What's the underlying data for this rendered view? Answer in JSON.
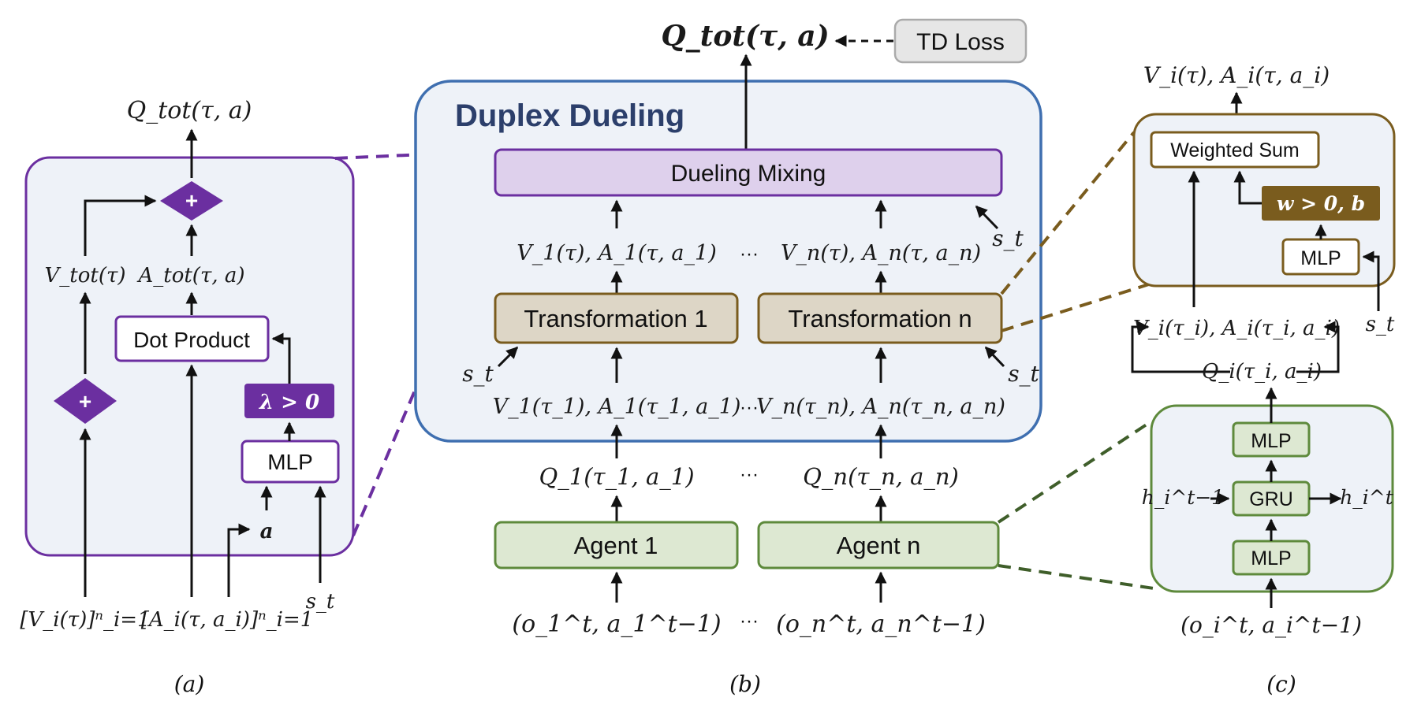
{
  "panel_a": {
    "output": "Q_tot(τ, a)",
    "v_tot": "V_tot(τ)",
    "a_tot": "A_tot(τ, a)",
    "dot_product": "Dot Product",
    "lambda": "λ > 0",
    "mlp": "MLP",
    "a_input": "a",
    "plus_symbol": "+",
    "inputs": [
      "[V_i(τ)]ⁿ_i=1",
      "[A_i(τ, a_i)]ⁿ_i=1",
      "s_t"
    ],
    "caption": "(a)"
  },
  "panel_b": {
    "title": "Duplex Dueling",
    "output": "Q_tot(τ, a)",
    "td_loss": "TD Loss",
    "dueling_mixing": "Dueling Mixing",
    "transform_1": "Transformation 1",
    "transform_n": "Transformation n",
    "va_1_top": "V_1(τ), A_1(τ, a_1)",
    "va_n_top": "V_n(τ), A_n(τ, a_n)",
    "va_1_bottom": "V_1(τ_1), A_1(τ_1, a_1)",
    "va_n_bottom": "V_n(τ_n), A_n(τ_n, a_n)",
    "q_1": "Q_1(τ_1, a_1)",
    "q_n": "Q_n(τ_n, a_n)",
    "agent_1": "Agent 1",
    "agent_n": "Agent n",
    "obs_1": "(o_1^t, a_1^t−1)",
    "obs_n": "(o_n^t, a_n^t−1)",
    "s_t": "s_t",
    "ellipsis": "···",
    "caption": "(b)"
  },
  "panel_c": {
    "output": "V_i(τ), A_i(τ, a_i)",
    "weighted_sum": "Weighted Sum",
    "wb": "w > 0, b",
    "mlp": "MLP",
    "va_i": "V_i(τ_i), A_i(τ_i, a_i)",
    "q_i": "Q_i(τ_i, a_i)",
    "s_t": "s_t",
    "mlp_top": "MLP",
    "gru": "GRU",
    "mlp_bottom": "MLP",
    "h_prev": "h_i^t−1",
    "h_next": "h_i^t",
    "obs_i": "(o_i^t, a_i^t−1)",
    "caption": "(c)"
  },
  "colors": {
    "purple": "#6b2fa0",
    "purple_fill": "#ded0ec",
    "blue_border": "#3f6fb0",
    "panel_bg": "#eef2f8",
    "olive": "#7a5c1e",
    "transform_fill": "#ddd6c6",
    "green": "#5e8a3c",
    "green_fill": "#dde8d2",
    "gray_fill": "#e6e6e6"
  }
}
